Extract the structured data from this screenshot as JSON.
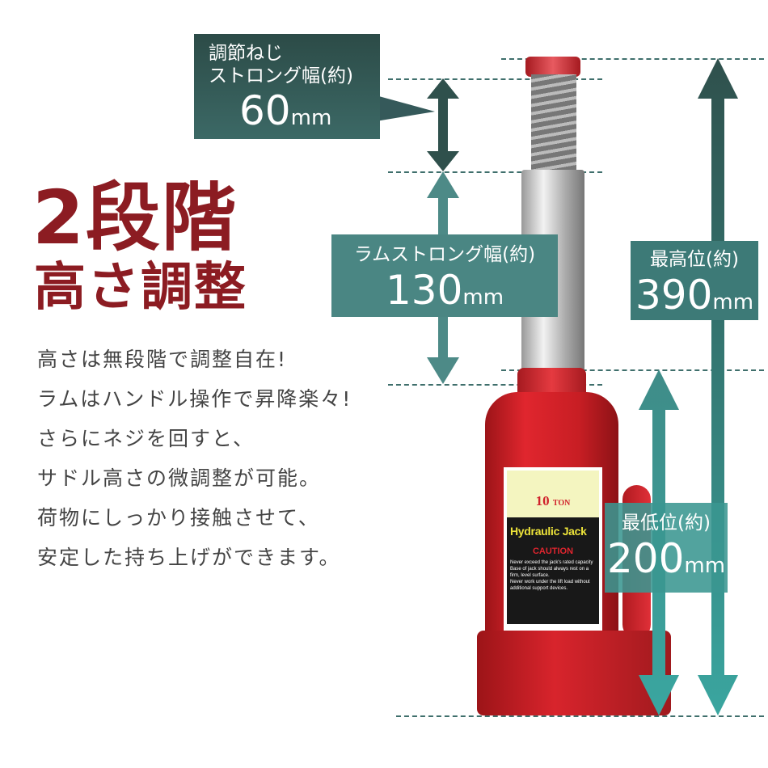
{
  "heading": {
    "line1": "2段階",
    "line2": "高さ調整"
  },
  "description": [
    "高さは無段階で調整自在!",
    "ラムはハンドル操作で昇降楽々!",
    "さらにネジを回すと、",
    "サドル高さの微調整が可能。",
    "荷物にしっかり接触させて、",
    "安定した持ち上げができます。"
  ],
  "screw": {
    "label1": "調節ねじ",
    "label2": "ストロング幅(約)",
    "value": "60",
    "unit": "mm"
  },
  "ram": {
    "label": "ラムストロング幅(約)",
    "value": "130",
    "unit": "mm"
  },
  "max": {
    "label": "最高位(約)",
    "value": "390",
    "unit": "mm"
  },
  "min": {
    "label": "最低位(約)",
    "value": "200",
    "unit": "mm"
  },
  "product_label": {
    "capacity": "10",
    "capacity_unit": "TON",
    "name": "Hydraulic Jack",
    "caution": "CAUTION",
    "notes": [
      "Never exceed the jack's rated capacity",
      "Base of jack should always rest on a firm, level surface.",
      "Never work under the lift load without additional support devices."
    ]
  },
  "colors": {
    "heading": "#8c1c22",
    "dark_teal": "#2f504c",
    "teal": "#4a8683",
    "bright_teal": "#3aa6a0",
    "jack_red": "#d01e26"
  }
}
